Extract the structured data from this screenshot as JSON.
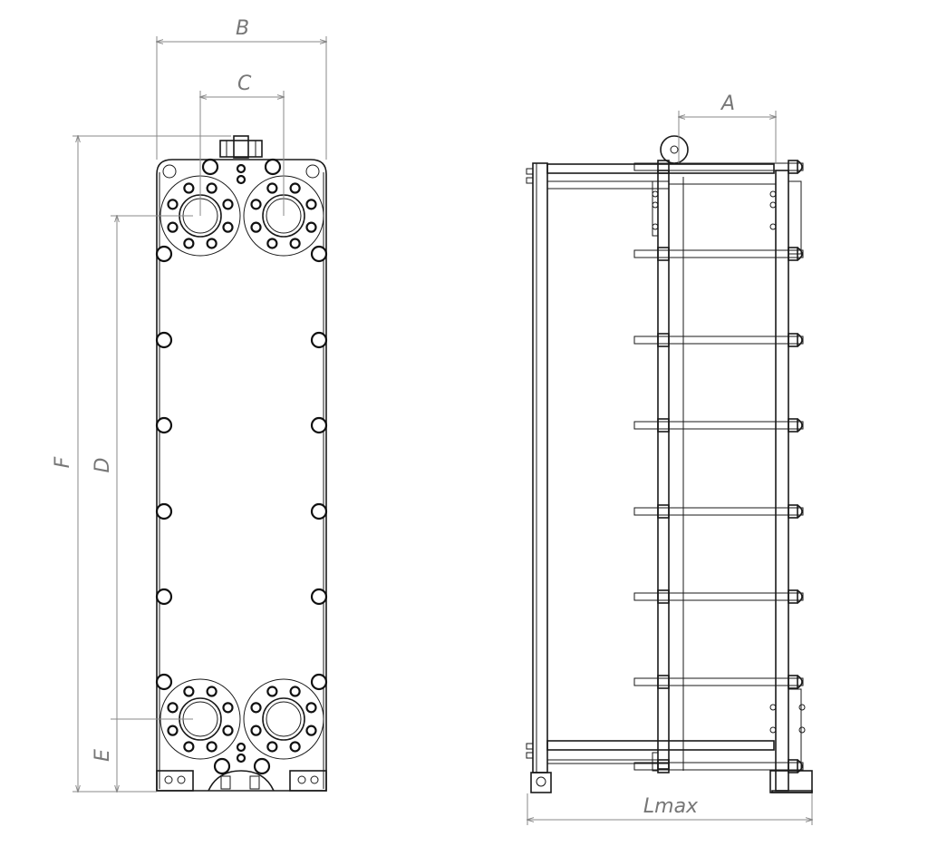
{
  "labels": {
    "a": "A",
    "b": "B",
    "c": "C",
    "d": "D",
    "e": "E",
    "f": "F",
    "lmax": "Lmax"
  }
}
